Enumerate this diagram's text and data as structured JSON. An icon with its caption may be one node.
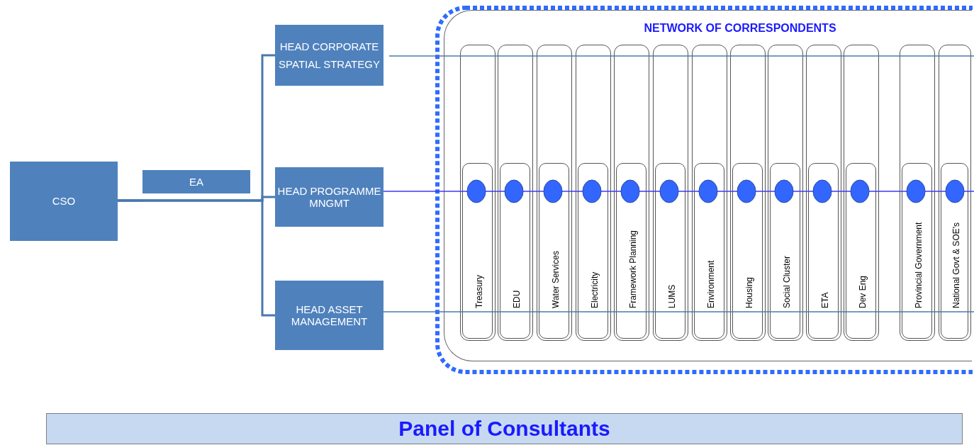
{
  "diagram": {
    "nodes": [
      {
        "text": [
          "CSO"
        ]
      },
      {
        "text": [
          "EA"
        ]
      },
      {
        "text": [
          "HEAD CORPORATE",
          "SPATIAL STRATEGY"
        ]
      },
      {
        "text": [
          "HEAD PROGRAMME MNGMT"
        ]
      },
      {
        "text": [
          "HEAD ASSET MANAGEMENT"
        ]
      },
      {
        "text": [],
        "shape": "box"
      },
      {
        "text": [
          "NETWORK OF CORRESPONDENTS"
        ],
        "in": 5
      },
      {
        "text": [
          "Treasury"
        ],
        "in": 6
      },
      {
        "text": [
          "EDU"
        ],
        "in": 6
      },
      {
        "text": [
          "Water Services"
        ],
        "in": 6
      },
      {
        "text": [
          "Electricity"
        ],
        "in": 6
      },
      {
        "text": [
          "Framework Planning"
        ],
        "in": 6
      },
      {
        "text": [
          "LUMS"
        ],
        "in": 6
      },
      {
        "text": [
          "Environment"
        ],
        "in": 6
      },
      {
        "text": [
          "Housing"
        ],
        "in": 6
      },
      {
        "text": [
          "Social Cluster"
        ],
        "in": 6
      },
      {
        "text": [
          "ETA"
        ],
        "in": 6
      },
      {
        "text": [
          "Dev Eng"
        ],
        "in": 6
      },
      {
        "text": [
          "Provincial Government"
        ],
        "in": 6
      },
      {
        "text": [
          "National Govt & SOE's"
        ],
        "in": 6
      },
      {
        "text": [
          "Panel of Consultants"
        ]
      }
    ],
    "edges": [
      {
        "from": 0,
        "to": 1,
        "arrow": "none"
      },
      {
        "from": 0,
        "to": 2,
        "arrow": "none"
      },
      {
        "from": 0,
        "to": 3,
        "arrow": "none"
      },
      {
        "from": 0,
        "to": 4,
        "arrow": "none"
      },
      {
        "from": 2,
        "to": 5,
        "arrow": "none"
      },
      {
        "from": 3,
        "to": 5,
        "arrow": "none",
        "color": "#3a3aff"
      },
      {
        "from": 4,
        "to": 5,
        "arrow": "none"
      }
    ]
  }
}
